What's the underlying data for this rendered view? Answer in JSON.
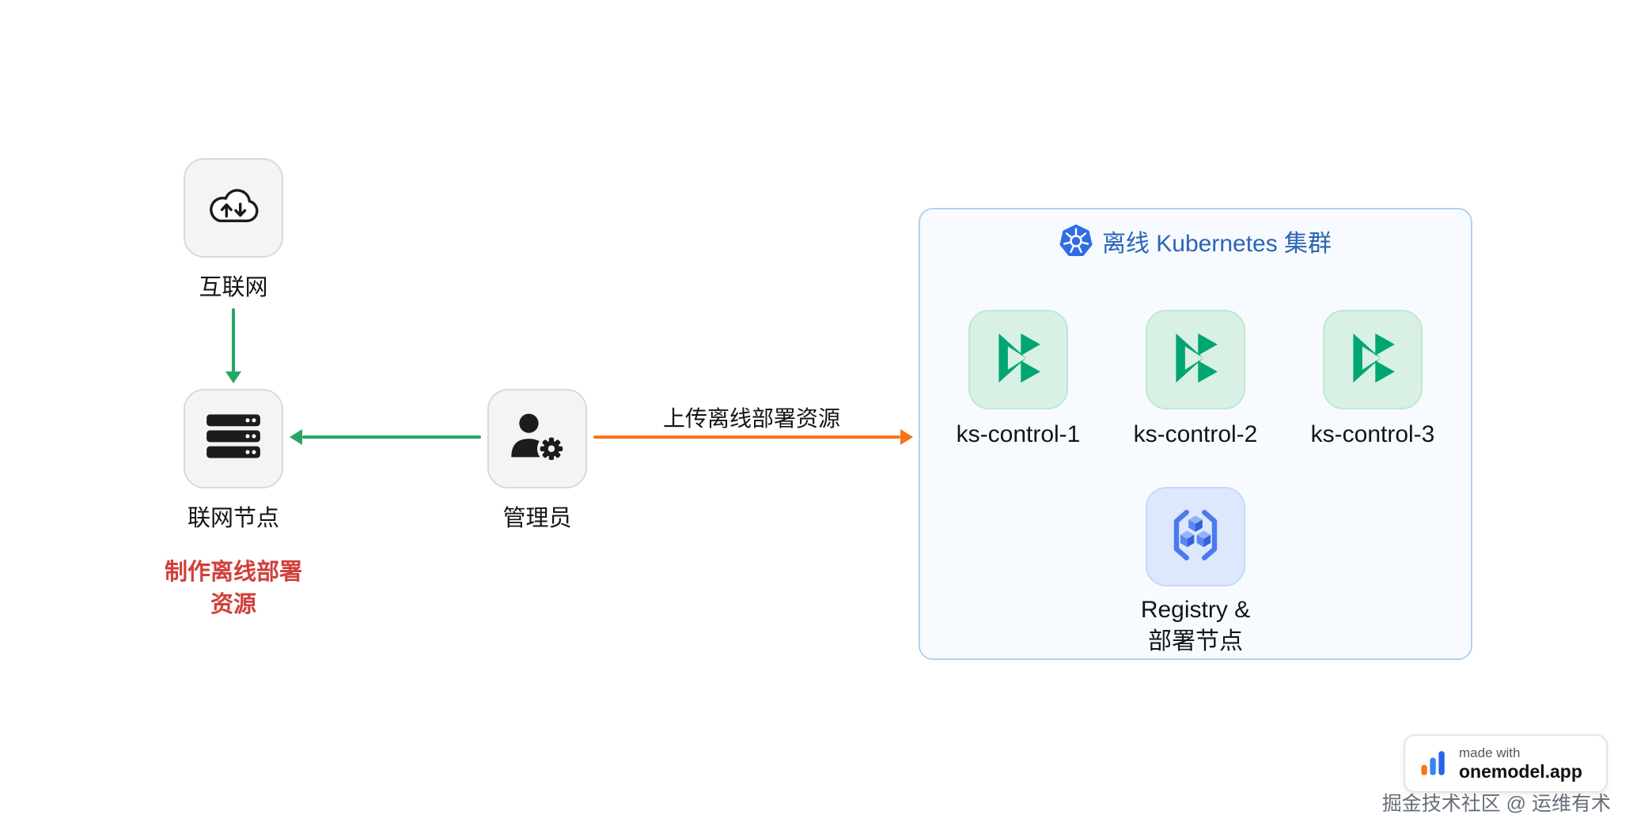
{
  "nodes": {
    "internet": {
      "label": "互联网"
    },
    "gateway": {
      "label": "联网节点"
    },
    "gateway_note": {
      "line1": "制作离线部署",
      "line2": "资源"
    },
    "admin": {
      "label": "管理员"
    }
  },
  "arrows": {
    "upload_label": "上传离线部署资源"
  },
  "cluster": {
    "title": "离线 Kubernetes 集群",
    "control_nodes": [
      {
        "label": "ks-control-1"
      },
      {
        "label": "ks-control-2"
      },
      {
        "label": "ks-control-3"
      }
    ],
    "registry": {
      "line1": "Registry &",
      "line2": "部署节点"
    }
  },
  "badge": {
    "made_with": "made with",
    "brand": "onemodel.app"
  },
  "watermark": "掘金技术社区 @ 运维有术",
  "colors": {
    "arrow_green": "#27a567",
    "arrow_orange": "#f97316",
    "note_red": "#d23f3a",
    "cluster_title_blue": "#2a64b5",
    "kubesphere_green": "#00a672",
    "kubernetes_blue": "#326ce5",
    "registry_blue": "#4d79ef"
  }
}
